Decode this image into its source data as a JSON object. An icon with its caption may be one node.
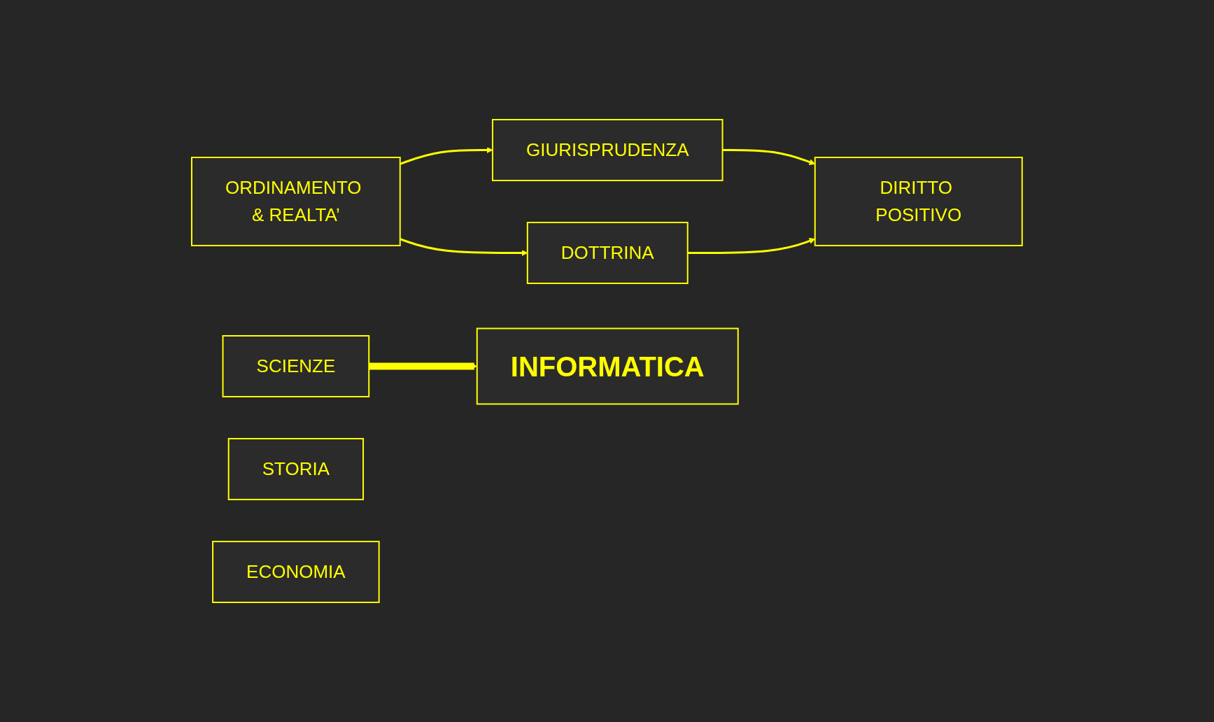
{
  "diagram": {
    "nodes": [
      {
        "text": [
          "ORDINAMENTO & REALTA’"
        ]
      },
      {
        "text": [
          "GIURISPRUDENZA"
        ]
      },
      {
        "text": [
          "DOTTRINA"
        ]
      },
      {
        "text": [
          "DIRITTO POSITIVO"
        ]
      },
      {
        "text": [
          "SCIENZE"
        ]
      },
      {
        "text": [
          "INFORMATICA"
        ]
      },
      {
        "text": [
          "STORIA"
        ]
      },
      {
        "text": [
          "ECONOMIA"
        ]
      }
    ],
    "edges": [
      {
        "from": 0,
        "to": 1,
        "arrow": "to"
      },
      {
        "from": 0,
        "to": 2,
        "arrow": "to"
      },
      {
        "from": 1,
        "to": 3,
        "arrow": "to"
      },
      {
        "from": 2,
        "to": 3,
        "arrow": "to"
      },
      {
        "from": 4,
        "to": 5,
        "arrow": "to",
        "style": "thick"
      }
    ]
  }
}
